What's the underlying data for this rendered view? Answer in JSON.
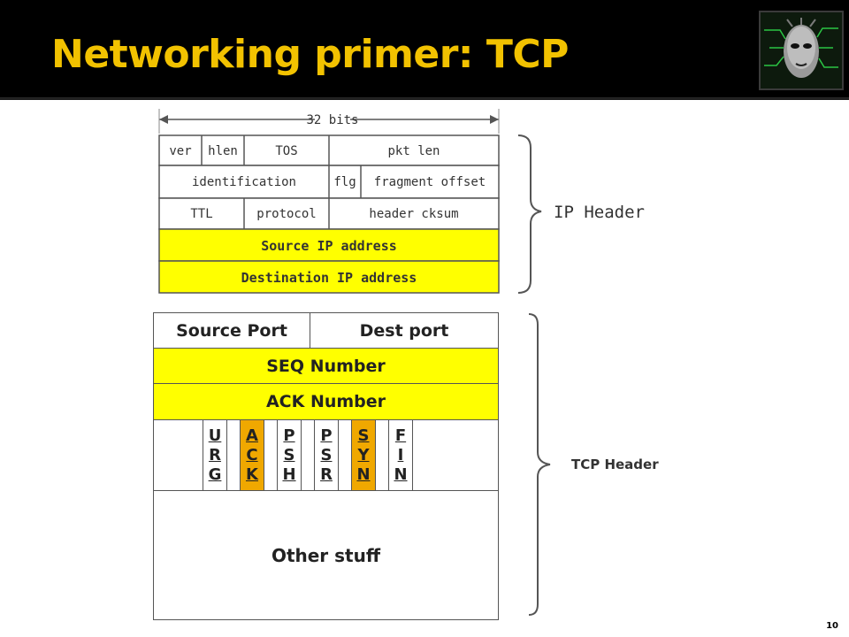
{
  "slide": {
    "title": "Networking primer: TCP",
    "page_number": "10",
    "logo_icon": "cyber-face-logo"
  },
  "ip_header": {
    "width_label": "32 bits",
    "rows": [
      [
        "ver",
        "hlen",
        "TOS",
        "pkt len"
      ],
      [
        "identification",
        "flg",
        "fragment offset"
      ],
      [
        "TTL",
        "protocol",
        "header cksum"
      ],
      [
        "Source IP address"
      ],
      [
        "Destination IP address"
      ]
    ],
    "label": "IP Header",
    "highlight_color": "#ffff00"
  },
  "tcp_header": {
    "source_port": "Source Port",
    "dest_port": "Dest port",
    "seq": "SEQ Number",
    "ack": "ACK Number",
    "flags": [
      {
        "letters": [
          "U",
          "R",
          "G"
        ],
        "highlight": false
      },
      {
        "letters": [
          "A",
          "C",
          "K"
        ],
        "highlight": true
      },
      {
        "letters": [
          "P",
          "S",
          "H"
        ],
        "highlight": false
      },
      {
        "letters": [
          "P",
          "S",
          "R"
        ],
        "highlight": false
      },
      {
        "letters": [
          "S",
          "Y",
          "N"
        ],
        "highlight": true
      },
      {
        "letters": [
          "F",
          "I",
          "N"
        ],
        "highlight": false
      }
    ],
    "other": "Other stuff",
    "label": "TCP Header",
    "highlight_color": "#ffff00",
    "flag_highlight_color": "#f0a800"
  }
}
